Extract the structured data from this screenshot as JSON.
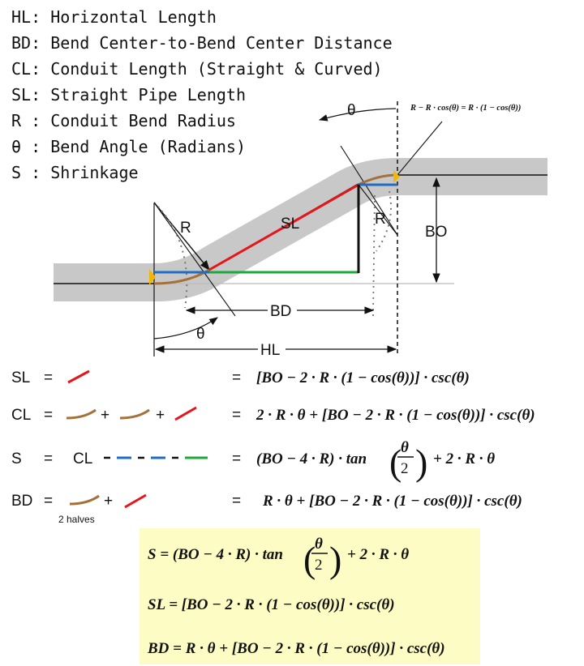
{
  "legend": [
    {
      "abbr": "HL",
      "sep": ":",
      "desc": "Horizontal Length"
    },
    {
      "abbr": "BD",
      "sep": ":",
      "desc": "Bend Center-to-Bend Center Distance"
    },
    {
      "abbr": "CL",
      "sep": ":",
      "desc": "Conduit Length (Straight & Curved)"
    },
    {
      "abbr": "SL",
      "sep": ":",
      "desc": "Straight Pipe Length"
    },
    {
      "abbr": "R ",
      "sep": ":",
      "desc": "Conduit Bend Radius"
    },
    {
      "abbr": "θ ",
      "sep": ":",
      "desc": "Bend Angle (Radians)"
    },
    {
      "abbr": "S ",
      "sep": ":",
      "desc": "Shrinkage"
    }
  ],
  "diagram": {
    "labels": {
      "theta_top": "θ",
      "theta_bottom": "θ",
      "R_left": "R",
      "R_right": "R",
      "SL": "SL",
      "BO": "BO",
      "BD": "BD",
      "HL": "HL"
    },
    "top_formula": "R − R · cos(θ) = R · (1 − cos(θ))",
    "colors": {
      "pipe": "#c8c8c8",
      "straight_red": "#e8141b",
      "bend_brown": "#a5703a",
      "blue": "#1f6cc4",
      "green": "#1da83c",
      "yellow_marker": "#f2b705"
    }
  },
  "equations": [
    {
      "lhs": "SL",
      "eq": "=",
      "rhs_eq": "=",
      "rhs": "[BO − 2 · R · (1 − cos(θ))] · csc(θ)"
    },
    {
      "lhs": "CL",
      "eq": "=",
      "plus1": "+",
      "plus2": "+",
      "rhs_eq": "=",
      "rhs": "2 · R · θ + [BO − 2 · R · (1 − cos(θ))] · csc(θ)"
    },
    {
      "lhs": "S",
      "eq": "=",
      "cl": "CL",
      "rhs_eq": "=",
      "rhs_a": "(BO − 4 · R) · tan",
      "frac_num": "θ",
      "frac_den": "2",
      "rhs_b": "+ 2 · R · θ"
    },
    {
      "lhs": "BD",
      "eq": "=",
      "plus": "+",
      "note": "2 halves",
      "rhs_eq": "=",
      "rhs": "R · θ + [BO − 2 · R · (1 − cos(θ))] · csc(θ)"
    }
  ],
  "summary": {
    "s_a": "S = (BO − 4 · R) · tan",
    "s_num": "θ",
    "s_den": "2",
    "s_b": "+ 2 · R · θ",
    "sl": "SL = [BO − 2 · R · (1 − cos(θ))] · csc(θ)",
    "bd": "BD = R · θ + [BO − 2 · R · (1 − cos(θ))] · csc(θ)"
  }
}
